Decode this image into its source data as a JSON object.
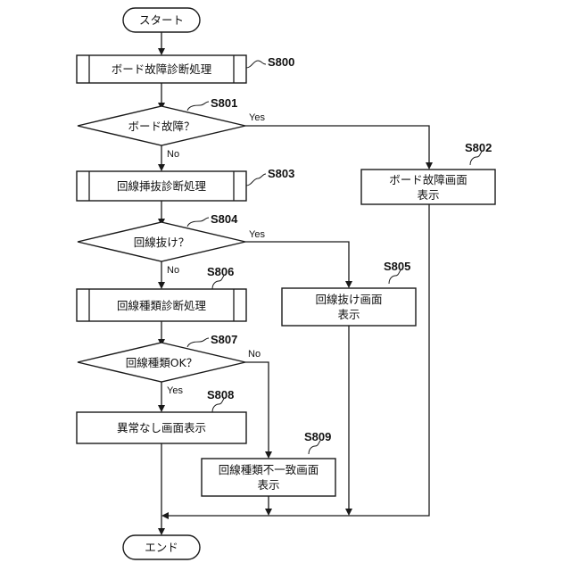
{
  "terminals": {
    "start": "スタート",
    "end": "エンド"
  },
  "processes": {
    "board_diag": "ボード故障診断処理",
    "line_insert_diag": "回線挿抜診断処理",
    "line_type_diag": "回線種類診断処理"
  },
  "decisions": {
    "board_fault": "ボード故障？",
    "line_pulled": "回線抜け？",
    "line_type_ok": "回線種類OK？"
  },
  "displays": {
    "board_fault_screen": [
      "ボード故障画面",
      "表示"
    ],
    "line_pulled_screen": [
      "回線抜け画面",
      "表示"
    ],
    "no_error_screen": "異常なし画面表示",
    "line_mismatch_screen": [
      "回線種類不一致画面",
      "表示"
    ]
  },
  "steps": {
    "s800": "S800",
    "s801": "S801",
    "s802": "S802",
    "s803": "S803",
    "s804": "S804",
    "s805": "S805",
    "s806": "S806",
    "s807": "S807",
    "s808": "S808",
    "s809": "S809"
  },
  "branches": {
    "yes": "Yes",
    "no": "No"
  }
}
